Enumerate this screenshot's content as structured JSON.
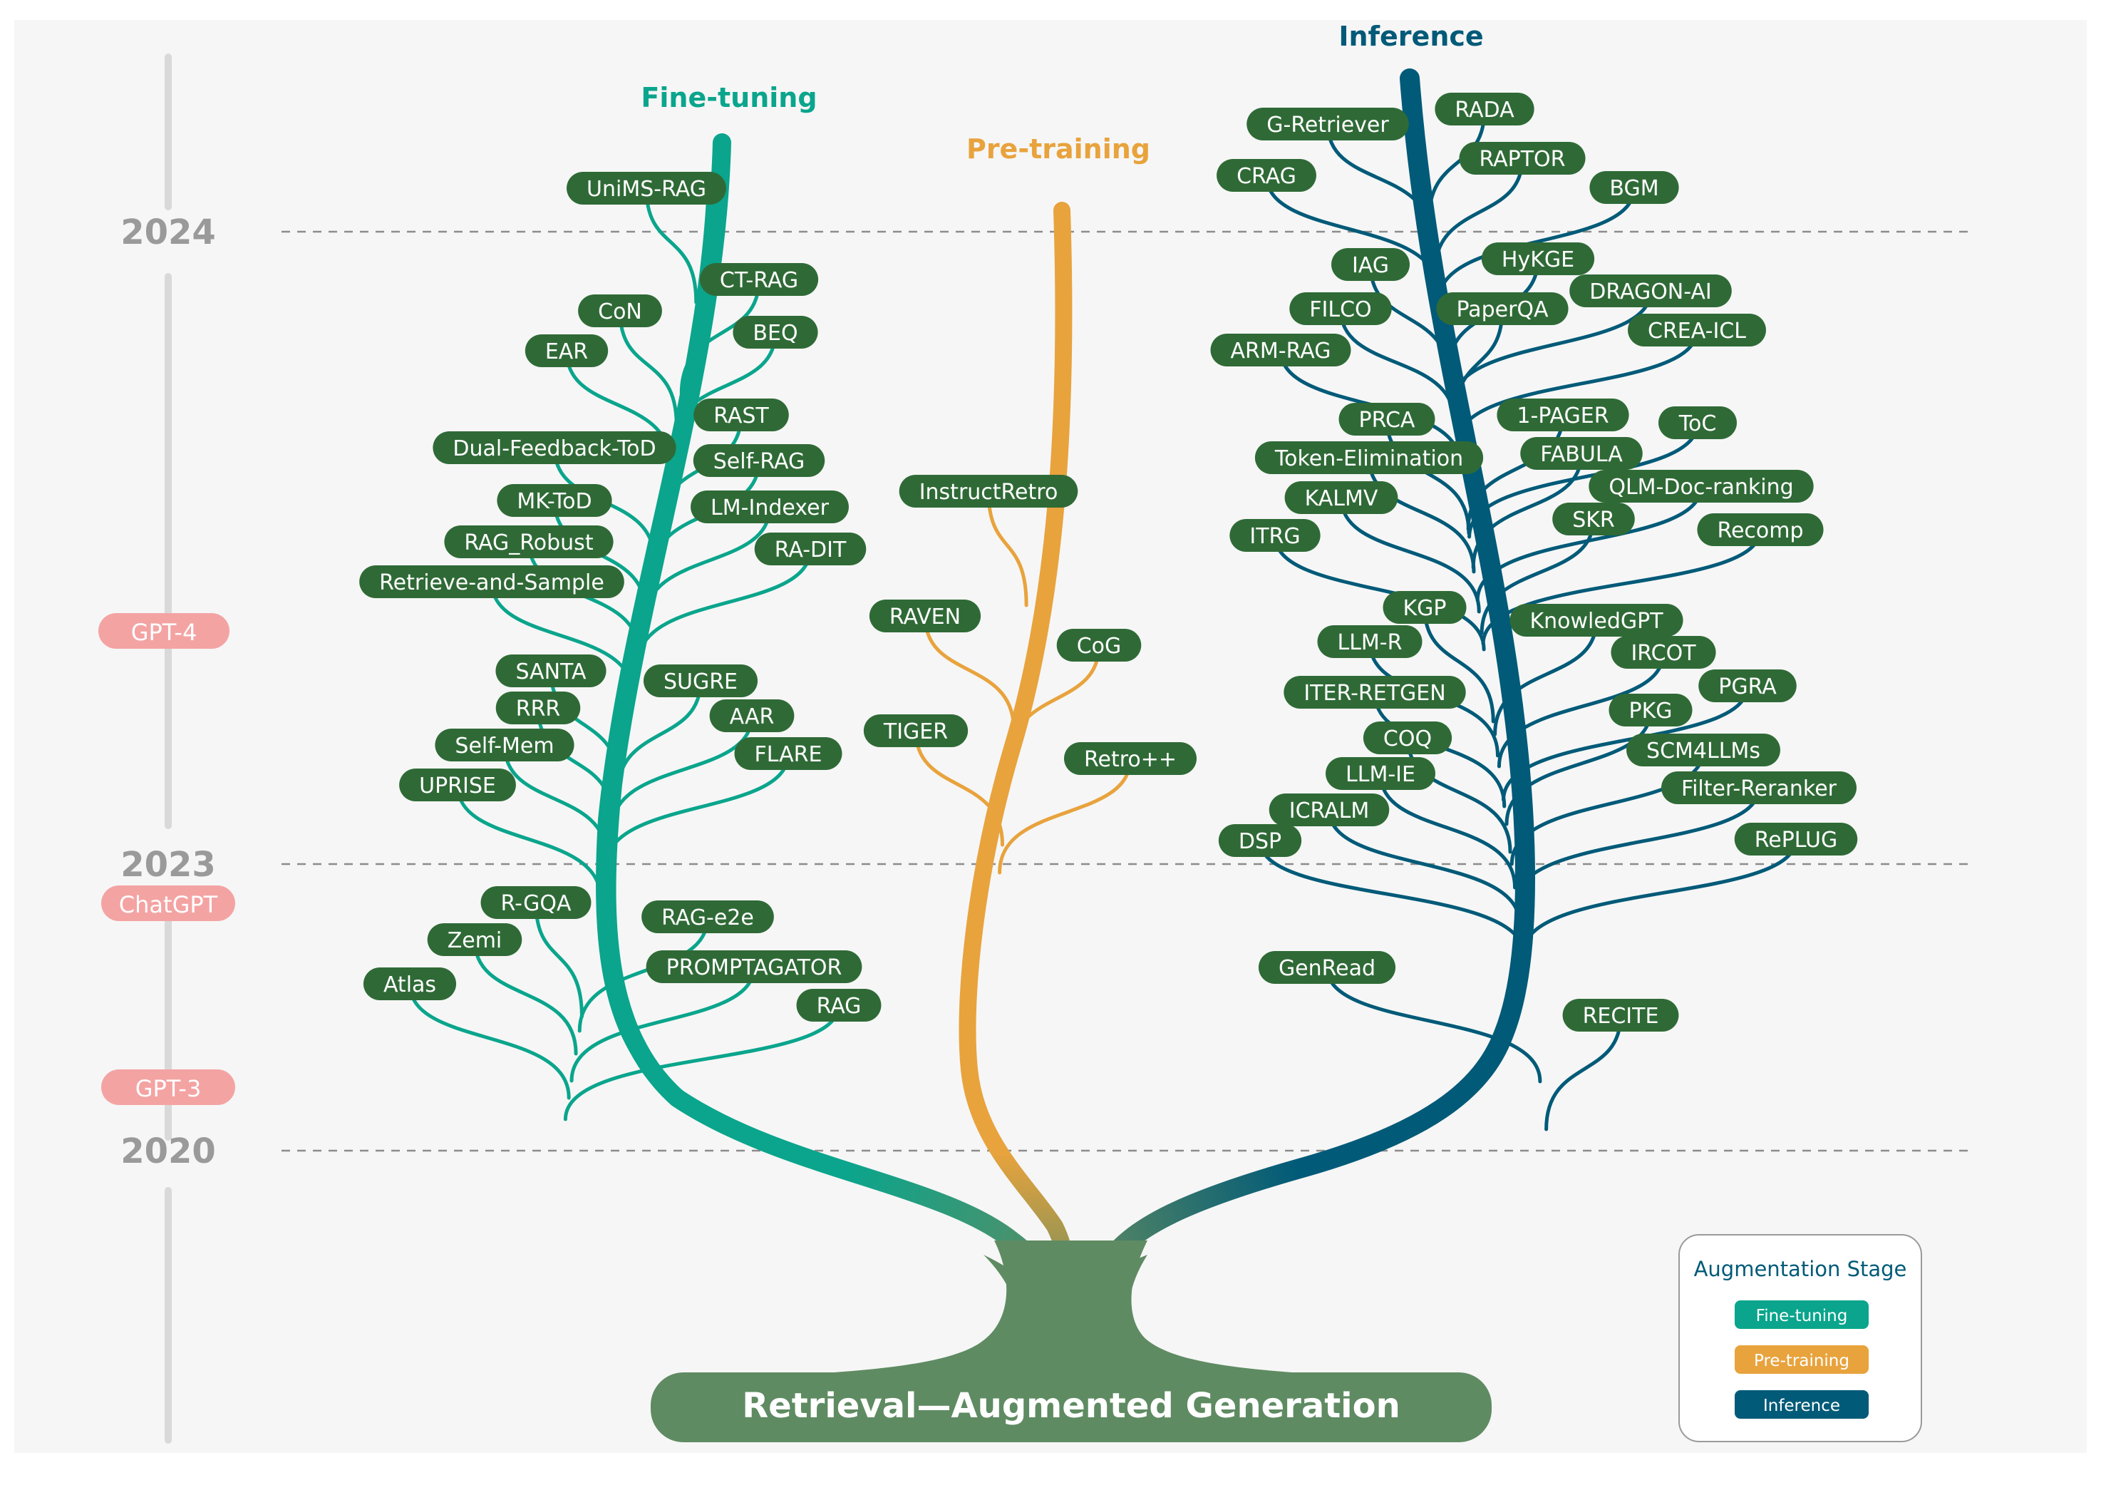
{
  "colors": {
    "fine_tuning": "#0aa58c",
    "pre_training": "#e8a33d",
    "inference": "#005a78",
    "node_fill": "#2f6a36",
    "root_fill": "#5f8b62",
    "milestone_fill": "#f4a3a3",
    "year_text": "#9a9a9a",
    "timeline": "#d9d9d9",
    "panel_bg": "#f6f6f6"
  },
  "title": "Retrieval—Augmented Generation",
  "branches": {
    "fine_tuning": "Fine-tuning",
    "pre_training": "Pre-training",
    "inference": "Inference"
  },
  "years": {
    "y2024": "2024",
    "y2023": "2023",
    "y2020": "2020"
  },
  "milestones": {
    "gpt4": "GPT-4",
    "chatgpt": "ChatGPT",
    "gpt3": "GPT-3"
  },
  "legend": {
    "title": "Augmentation Stage",
    "items": [
      "Fine-tuning",
      "Pre-training",
      "Inference"
    ]
  },
  "nodes": {
    "fine_tuning": [
      "UniMS-RAG",
      "CT-RAG",
      "CoN",
      "BEQ",
      "EAR",
      "RAST",
      "Dual-Feedback-ToD",
      "Self-RAG",
      "MK-ToD",
      "LM-Indexer",
      "RAG_Robust",
      "RA-DIT",
      "Retrieve-and-Sample",
      "SANTA",
      "SUGRE",
      "RRR",
      "AAR",
      "Self-Mem",
      "FLARE",
      "UPRISE",
      "R-GQA",
      "RAG-e2e",
      "Zemi",
      "PROMPTAGATOR",
      "Atlas",
      "RAG"
    ],
    "pre_training": [
      "InstructRetro",
      "RAVEN",
      "CoG",
      "TIGER",
      "Retro++"
    ],
    "inference": [
      "RADA",
      "G-Retriever",
      "RAPTOR",
      "CRAG",
      "BGM",
      "HyKGE",
      "IAG",
      "DRAGON-AI",
      "FILCO",
      "PaperQA",
      "CREA-ICL",
      "ARM-RAG",
      "1-PAGER",
      "PRCA",
      "ToC",
      "Token-Elimination",
      "FABULA",
      "QLM-Doc-ranking",
      "KALMV",
      "SKR",
      "Recomp",
      "ITRG",
      "KGP",
      "KnowledGPT",
      "LLM-R",
      "IRCOT",
      "PGRA",
      "ITER-RETGEN",
      "PKG",
      "COQ",
      "SCM4LLMs",
      "LLM-IE",
      "Filter-Reranker",
      "ICRALM",
      "RePLUG",
      "DSP",
      "GenRead",
      "RECITE"
    ]
  }
}
